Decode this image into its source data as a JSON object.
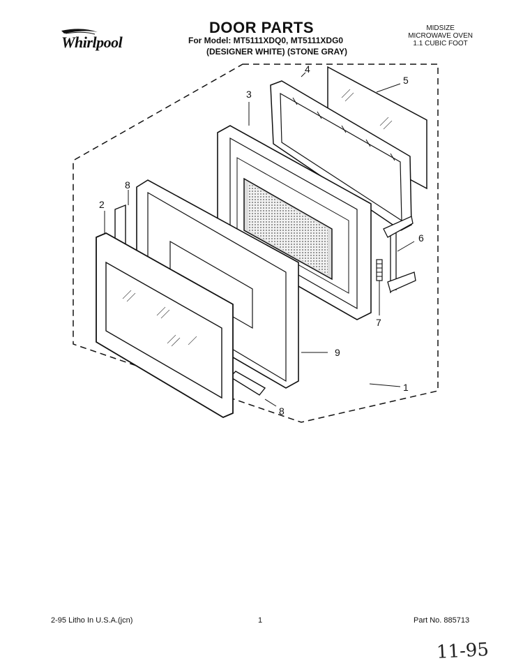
{
  "header": {
    "brand": "Whirlpool",
    "title": "DOOR PARTS",
    "model_line": "For Model: MT5111XDQ0, MT5111XDG0",
    "color_line": "(DESIGNER WHITE) (STONE GRAY)",
    "spec_lines": [
      "MIDSIZE",
      "MICROWAVE OVEN",
      "1.1 CUBIC FOOT"
    ]
  },
  "callouts": [
    "1",
    "2",
    "3",
    "4",
    "5",
    "6",
    "7",
    "8",
    "8",
    "9"
  ],
  "footer": {
    "left": "2-95 Litho In U.S.A.(jcn)",
    "page": "1",
    "part_no": "Part No. 885713"
  },
  "handwritten_note": "11-95"
}
